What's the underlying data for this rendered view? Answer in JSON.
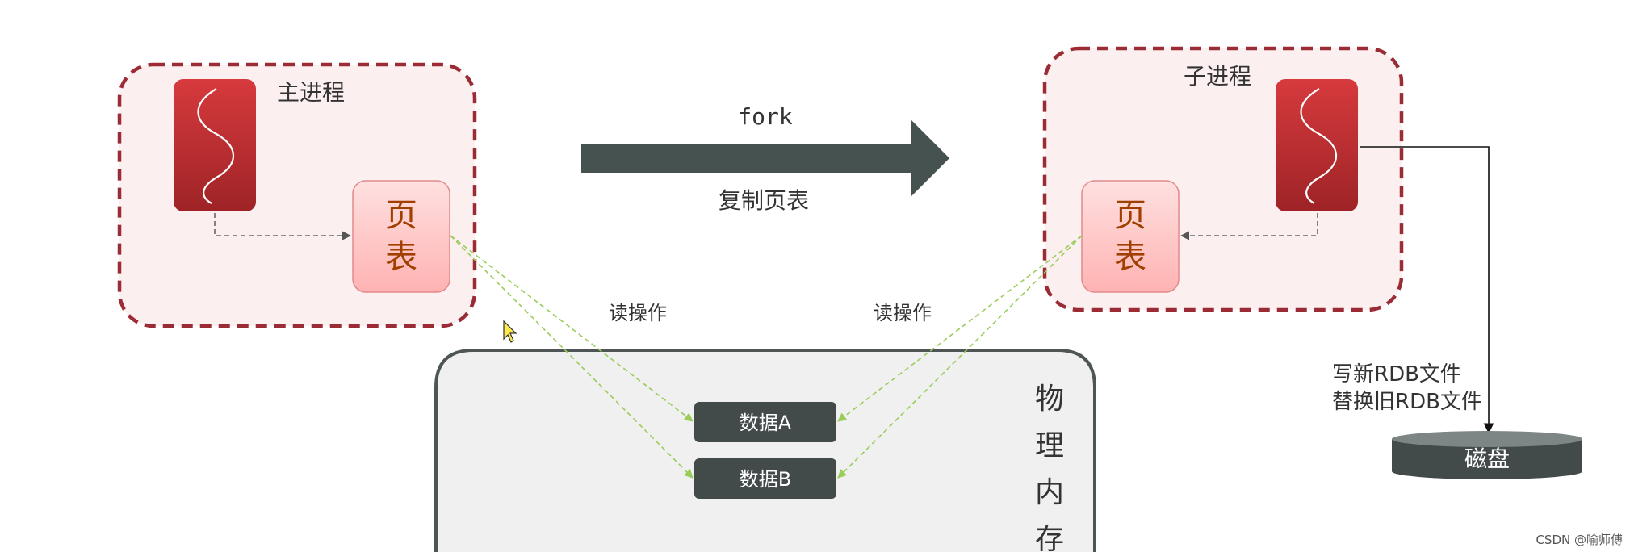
{
  "main_process": {
    "title": "主进程",
    "page_table_chars": [
      "页",
      "表"
    ]
  },
  "child_process": {
    "title": "子进程",
    "page_table_chars": [
      "页",
      "表"
    ]
  },
  "fork": {
    "label": "fork",
    "sublabel": "复制页表"
  },
  "read_ops": {
    "left": "读操作",
    "right": "读操作"
  },
  "physical_memory": {
    "title_chars": [
      "物",
      "理",
      "内",
      "存"
    ],
    "items": [
      "数据A",
      "数据B"
    ]
  },
  "disk": {
    "note_lines": [
      "写新RDB文件",
      "替换旧RDB文件"
    ],
    "label": "磁盘"
  },
  "watermark": "CSDN @喻师傅",
  "colors": {
    "dashed_border": "#9b2b35",
    "process_fill": "#fbeff0",
    "thread_red": "#c13437",
    "page_table_fill": "#ffc3c3",
    "page_table_text": "#a04000",
    "fork_arrow": "#455250",
    "data_block": "#424a4a",
    "read_arrow": "#9acd5a",
    "memory_fill": "#f0f0f0",
    "memory_border": "#4e5555"
  }
}
